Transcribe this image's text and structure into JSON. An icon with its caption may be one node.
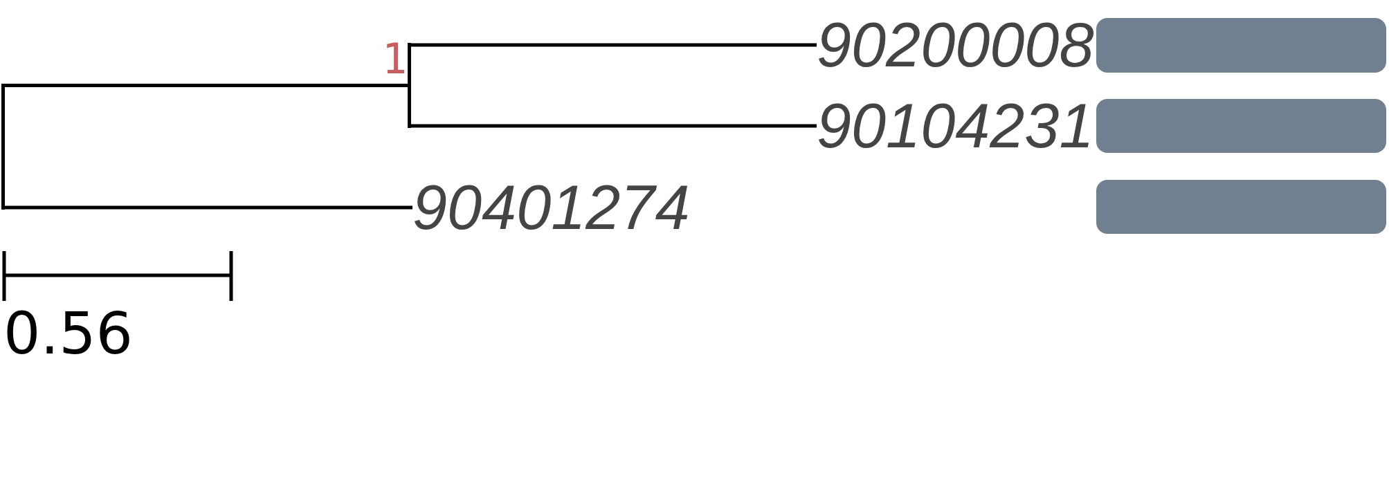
{
  "diagram": {
    "nodes": [
      {
        "text": [],
        "shape": "line"
      },
      {
        "text": [],
        "shape": "line",
        "beside": [
          "1"
        ]
      },
      {
        "text": [
          "90200008"
        ]
      },
      {
        "text": [],
        "shape": "bar"
      },
      {
        "text": [
          "90104231"
        ]
      },
      {
        "text": [],
        "shape": "bar"
      },
      {
        "text": [
          "90401274"
        ]
      },
      {
        "text": [],
        "shape": "bar"
      }
    ],
    "edges": [
      {
        "from": 1,
        "to": 2,
        "arrow": "none"
      },
      {
        "from": 0,
        "to": 1,
        "arrow": "none"
      },
      {
        "from": 1,
        "to": 4,
        "arrow": "none"
      },
      {
        "from": 0,
        "to": 6,
        "arrow": "none"
      }
    ],
    "labels": [
      "0.56"
    ]
  }
}
